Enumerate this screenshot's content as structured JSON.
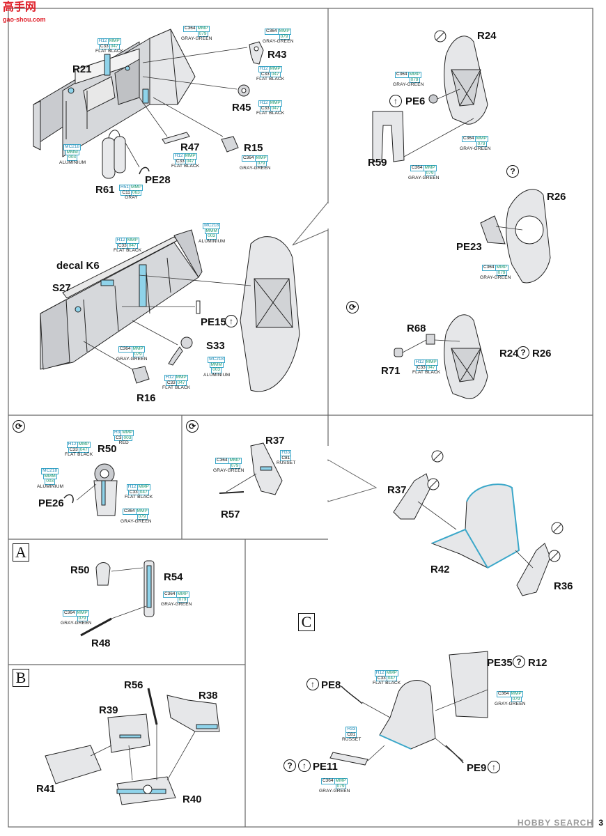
{
  "logo": {
    "text": "高手网",
    "sub": "gao-shou.com"
  },
  "watermark": "HOBBY SEARCH",
  "page_number": "3",
  "symbols": {
    "rotate": "⟳",
    "optional": "?",
    "bend": "↑",
    "cut": "⊘"
  },
  "section_letters": {
    "a": "A",
    "b": "B",
    "c": "C"
  },
  "parts": {
    "r21": "R21",
    "r43": "R43",
    "r45": "R45",
    "r47": "R47",
    "r15": "R15",
    "r61": "R61",
    "pe28": "PE28",
    "decal_k6": "decal K6",
    "s27": "S27",
    "pe15": "PE15",
    "s33": "S33",
    "r16": "R16",
    "r24": "R24",
    "pe6": "PE6",
    "r59": "R59",
    "r26": "R26",
    "pe23": "PE23",
    "r68": "R68",
    "r71": "R71",
    "r24_r26_a": "R24",
    "r24_r26_b": "R26",
    "r50": "R50",
    "pe26": "PE26",
    "r37": "R37",
    "r57": "R57",
    "r37b": "R37",
    "r42": "R42",
    "r36": "R36",
    "r50b": "R50",
    "r54": "R54",
    "r48": "R48",
    "r56": "R56",
    "r38": "R38",
    "r39": "R39",
    "r41": "R41",
    "r40": "R40",
    "pe8": "PE8",
    "pe35": "PE35",
    "r12": "R12",
    "pe11": "PE11",
    "pe9": "PE9"
  },
  "paint": {
    "gray_green": {
      "top": [
        "C364",
        "MMP",
        "079"
      ],
      "name": "GRAY-GREEN"
    },
    "flat_black": {
      "h": "H12",
      "c": "C33",
      "mmp": "MMP",
      "code": "047",
      "name": "FLAT BLACK"
    },
    "aluminium": {
      "mc": "MC218",
      "mmm": "MMM",
      "code": "003",
      "name": "ALUMINIUM"
    },
    "gray": {
      "h": "H51",
      "c": "C11",
      "mmp": "MMP",
      "code": "063",
      "name": "GRAY"
    },
    "red": {
      "h": "H3",
      "c": "C3",
      "mmp": "MMP",
      "code": "003",
      "name": "RED"
    },
    "russet": {
      "h": "H33",
      "c": "C81",
      "name": "RUSSET"
    }
  },
  "colors": {
    "paint_blue": "#8fd3ea",
    "part_gray": "#c9cbcf",
    "ink": "#111111",
    "frame": "#666666"
  }
}
